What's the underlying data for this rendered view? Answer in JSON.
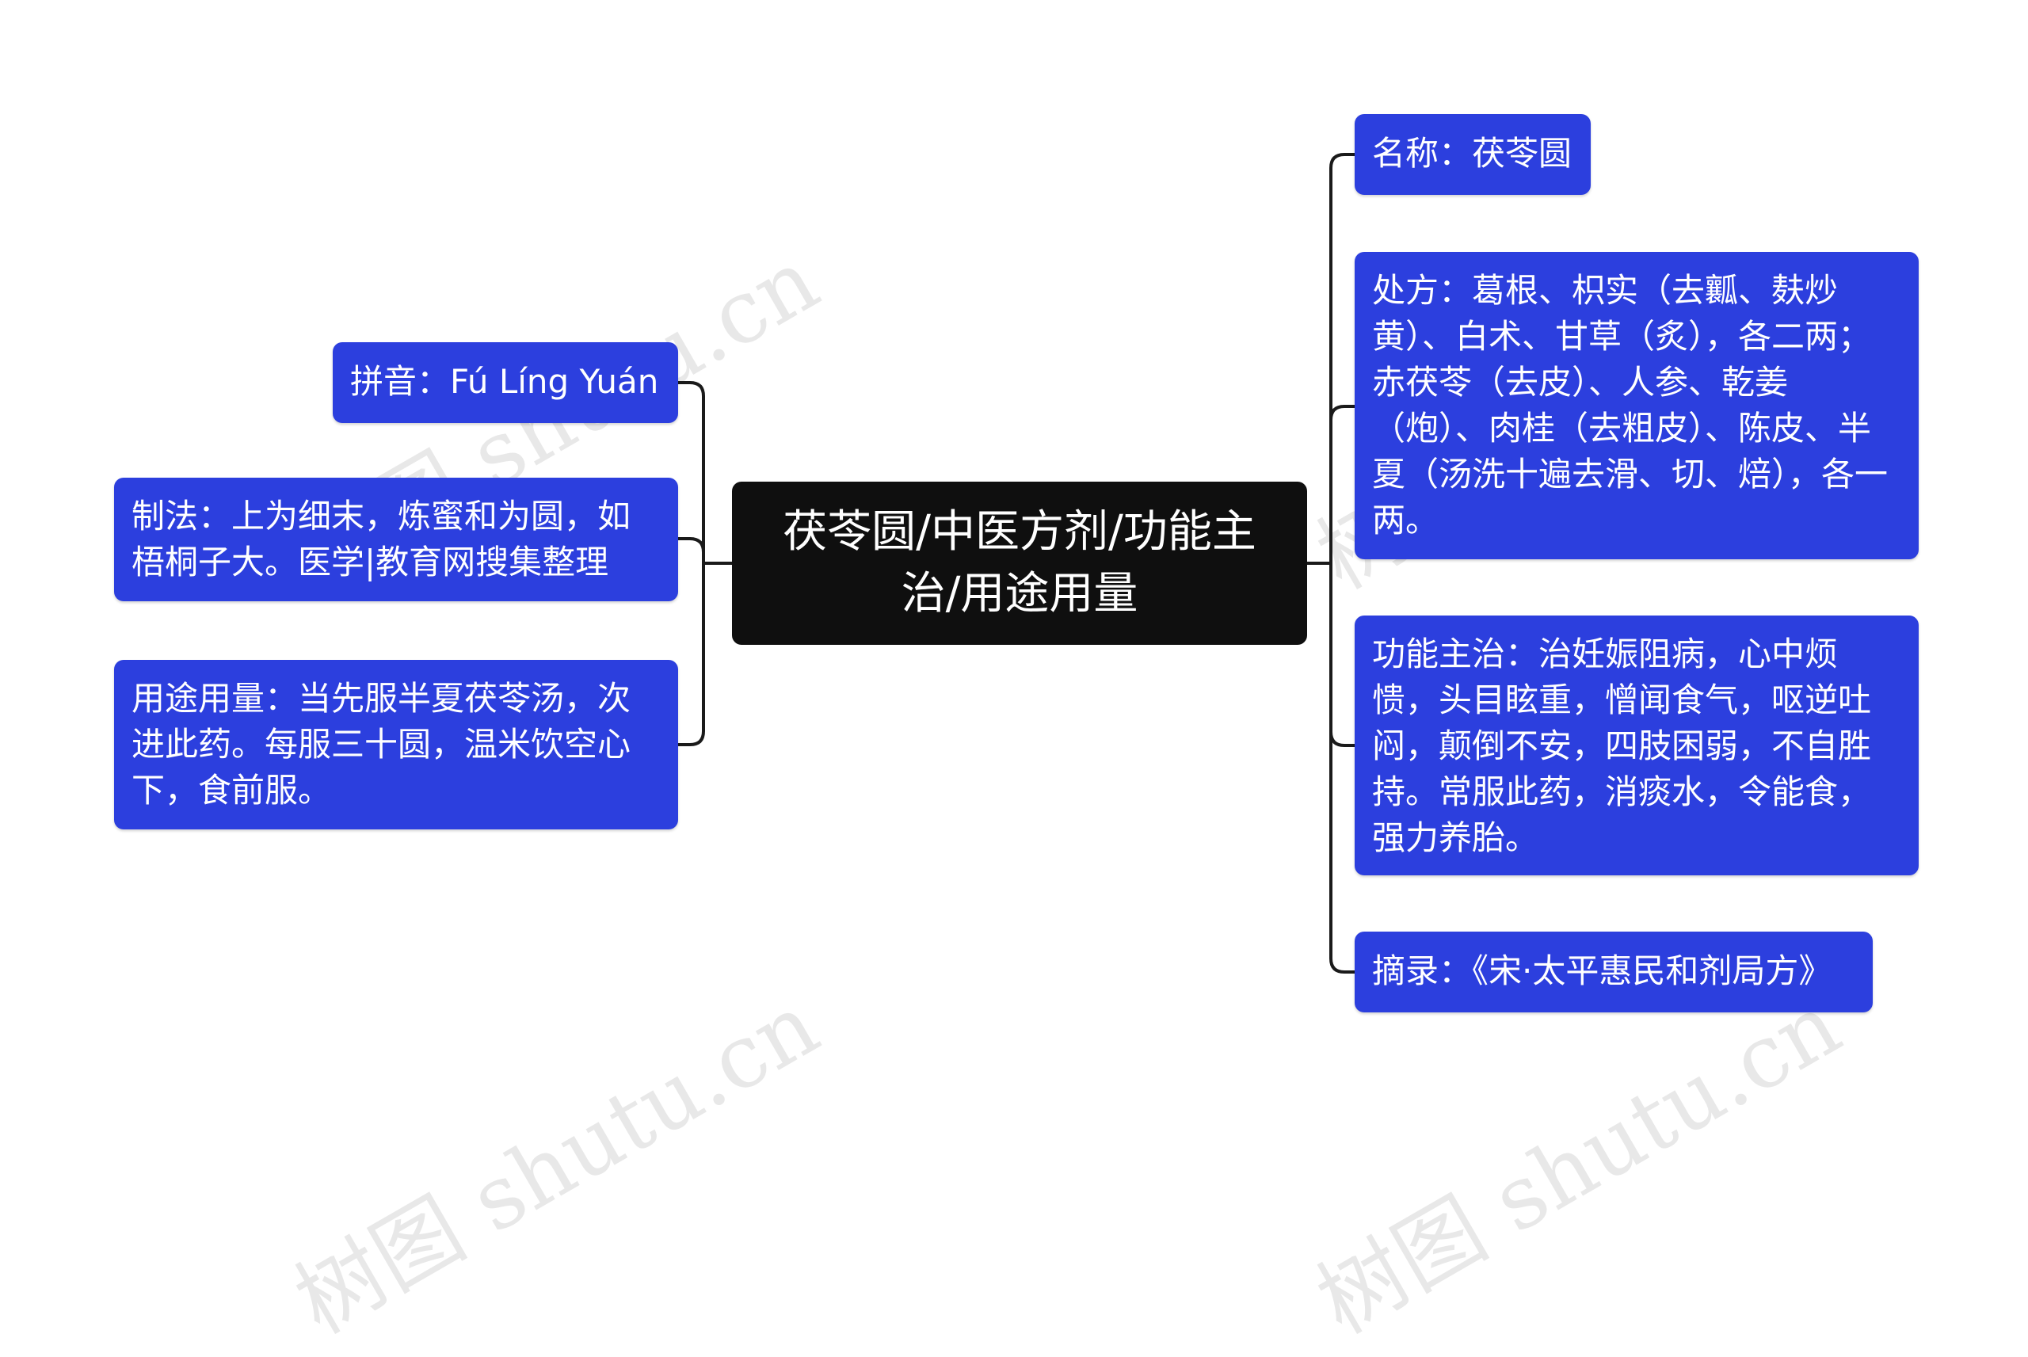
{
  "center": {
    "title": "茯苓圆/中医方剂/功能主治/用途用量"
  },
  "left_nodes": [
    {
      "text": "拼音：Fú Líng Yuán"
    },
    {
      "text": "制法：上为细末，炼蜜和为圆，如梧桐子大。医学|教育网搜集整理"
    },
    {
      "text": "用途用量：当先服半夏茯苓汤，次进此药。每服三十圆，温米饮空心下，食前服。"
    }
  ],
  "right_nodes": [
    {
      "text": "名称：茯苓圆"
    },
    {
      "text": "处方：葛根、枳实（去瓤、麸炒黄）、白术、甘草（炙），各二两；赤茯苓（去皮）、人参、乾姜（炮）、肉桂（去粗皮）、陈皮、半夏（汤洗十遍去滑、切、焙），各一两。"
    },
    {
      "text": "功能主治：治妊娠阻病，心中烦愦，头目眩重，憎闻食气，呕逆吐闷，颠倒不安，四肢困弱，不自胜持。常服此药，消痰水，令能食，强力养胎。"
    },
    {
      "text": "摘录：《宋·太平惠民和剂局方》"
    }
  ],
  "watermark": {
    "text": "树图 shutu.cn"
  },
  "colors": {
    "node": "#2c3fde",
    "center": "#0f0f0f",
    "line": "#1a1a1a"
  }
}
